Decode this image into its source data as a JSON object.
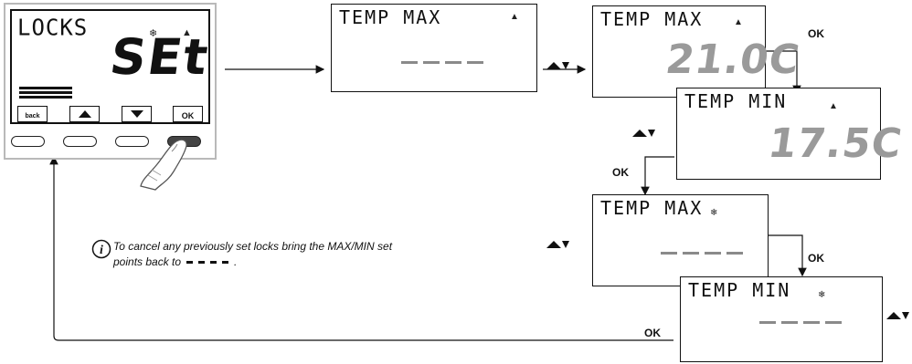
{
  "device": {
    "mode_text": "LOCKS",
    "display_value": "SEt",
    "softkeys": {
      "back": "back",
      "ok": "OK"
    }
  },
  "screens": {
    "max_dashes": {
      "title": "TEMP MAX"
    },
    "max_value": {
      "title": "TEMP MAX",
      "value": "21.0C"
    },
    "min_value": {
      "title": "TEMP MIN",
      "value": "17.5C"
    },
    "max_dashes_cool": {
      "title": "TEMP MAX"
    },
    "min_dashes_cool": {
      "title": "TEMP MIN"
    }
  },
  "labels": {
    "ok_1": "OK",
    "ok_2": "OK",
    "ok_3": "OK",
    "ok_4": "OK"
  },
  "note": {
    "line1": "To cancel any previously set locks bring the MAX/MIN set",
    "line2": "points back to"
  },
  "icons": [
    "snowflake-icon",
    "flame-icon",
    "up-arrow-icon",
    "down-arrow-icon",
    "finger-icon",
    "info-icon"
  ]
}
